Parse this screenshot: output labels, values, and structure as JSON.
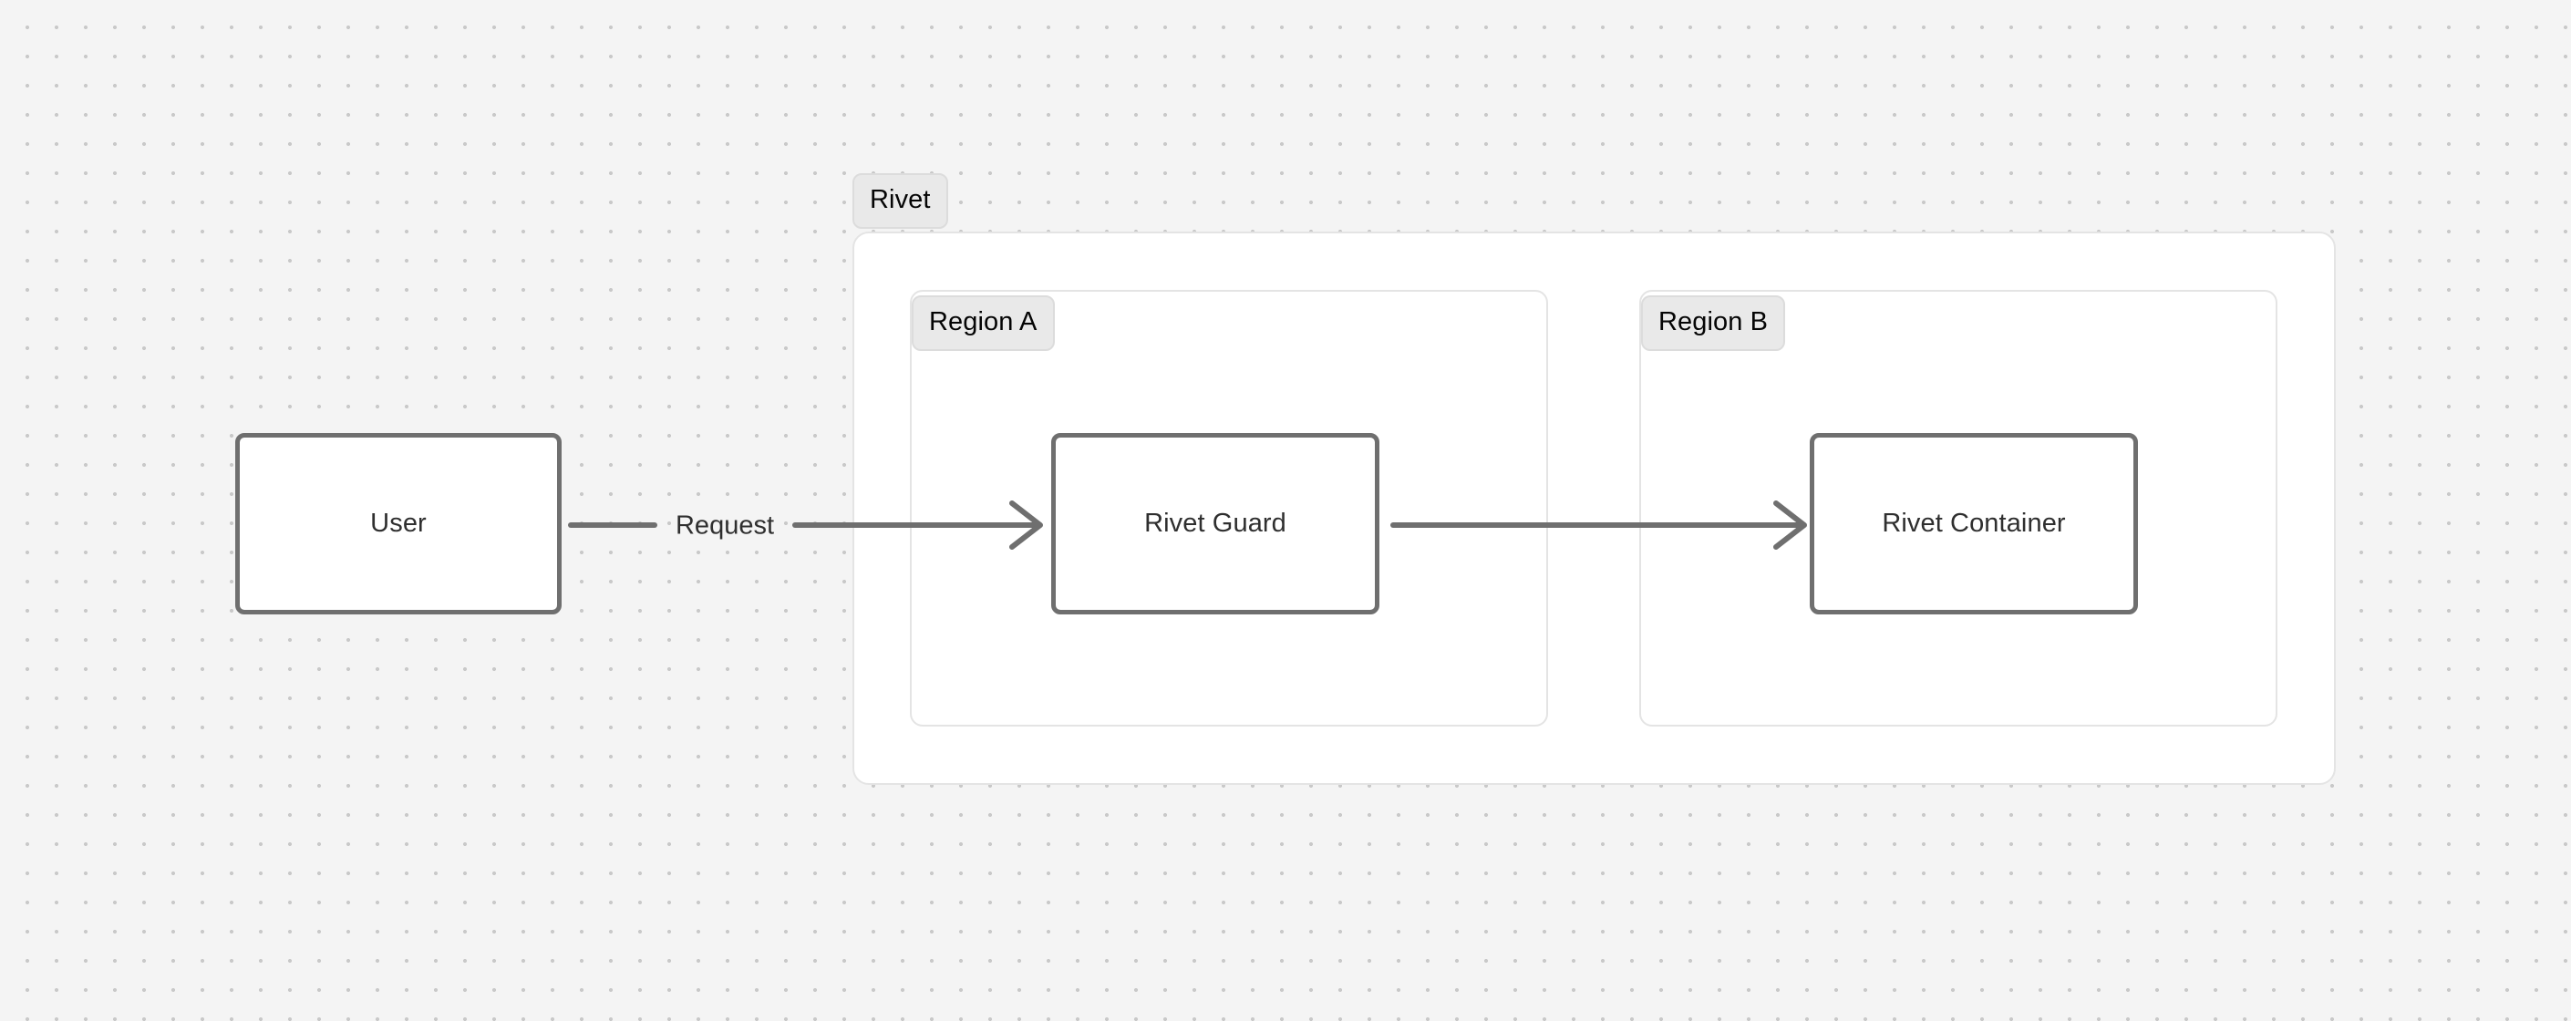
{
  "canvas": {
    "background_color": "#f4f4f4",
    "dot_color": "#c9c9c9",
    "grid_spacing": 32
  },
  "diagram": {
    "type": "flowchart",
    "direction": "left-to-right",
    "groups": [
      {
        "id": "rivet",
        "label": "Rivet",
        "kind": "outer-group",
        "border_color": "#e4e4e4",
        "fill_color": "#ffffff"
      },
      {
        "id": "region-a",
        "label": "Region A",
        "kind": "inner-group",
        "parent": "rivet",
        "border_color": "#e4e4e4",
        "fill_color": "#ffffff"
      },
      {
        "id": "region-b",
        "label": "Region B",
        "kind": "inner-group",
        "parent": "rivet",
        "border_color": "#e4e4e4",
        "fill_color": "#ffffff"
      }
    ],
    "nodes": [
      {
        "id": "user",
        "label": "User",
        "group": null,
        "border_color": "#6f6f6f",
        "fill_color": "#ffffff"
      },
      {
        "id": "rivet-guard",
        "label": "Rivet Guard",
        "group": "region-a",
        "border_color": "#6f6f6f",
        "fill_color": "#ffffff"
      },
      {
        "id": "rivet-container",
        "label": "Rivet Container",
        "group": "region-b",
        "border_color": "#6f6f6f",
        "fill_color": "#ffffff"
      }
    ],
    "edges": [
      {
        "id": "edge-user-guard",
        "from": "user",
        "to": "rivet-guard",
        "label": "Request",
        "arrowhead": "open-chevron",
        "color": "#6f6f6f"
      },
      {
        "id": "edge-guard-container",
        "from": "rivet-guard",
        "to": "rivet-container",
        "label": "",
        "arrowhead": "open-chevron",
        "color": "#6f6f6f"
      }
    ]
  }
}
